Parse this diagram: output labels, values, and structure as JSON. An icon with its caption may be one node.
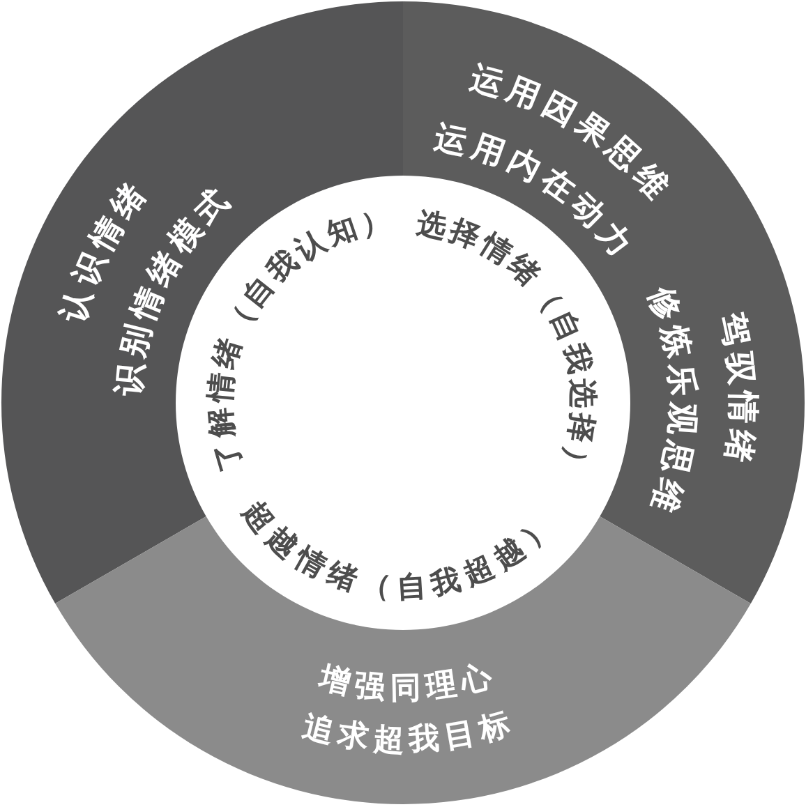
{
  "diagram": {
    "nodes": [
      {
        "text": [
          "认识情绪",
          "识别情绪模式",
          "了解情绪（自我认知）"
        ]
      },
      {
        "text": [
          "运用因果思维",
          "运用内在动力",
          "选择情绪（自我选择）",
          "驾驭情绪",
          "修炼乐观思维"
        ]
      },
      {
        "text": [
          "超越情绪（自我超越）",
          "增强同理心",
          "追求超我目标"
        ]
      }
    ]
  }
}
